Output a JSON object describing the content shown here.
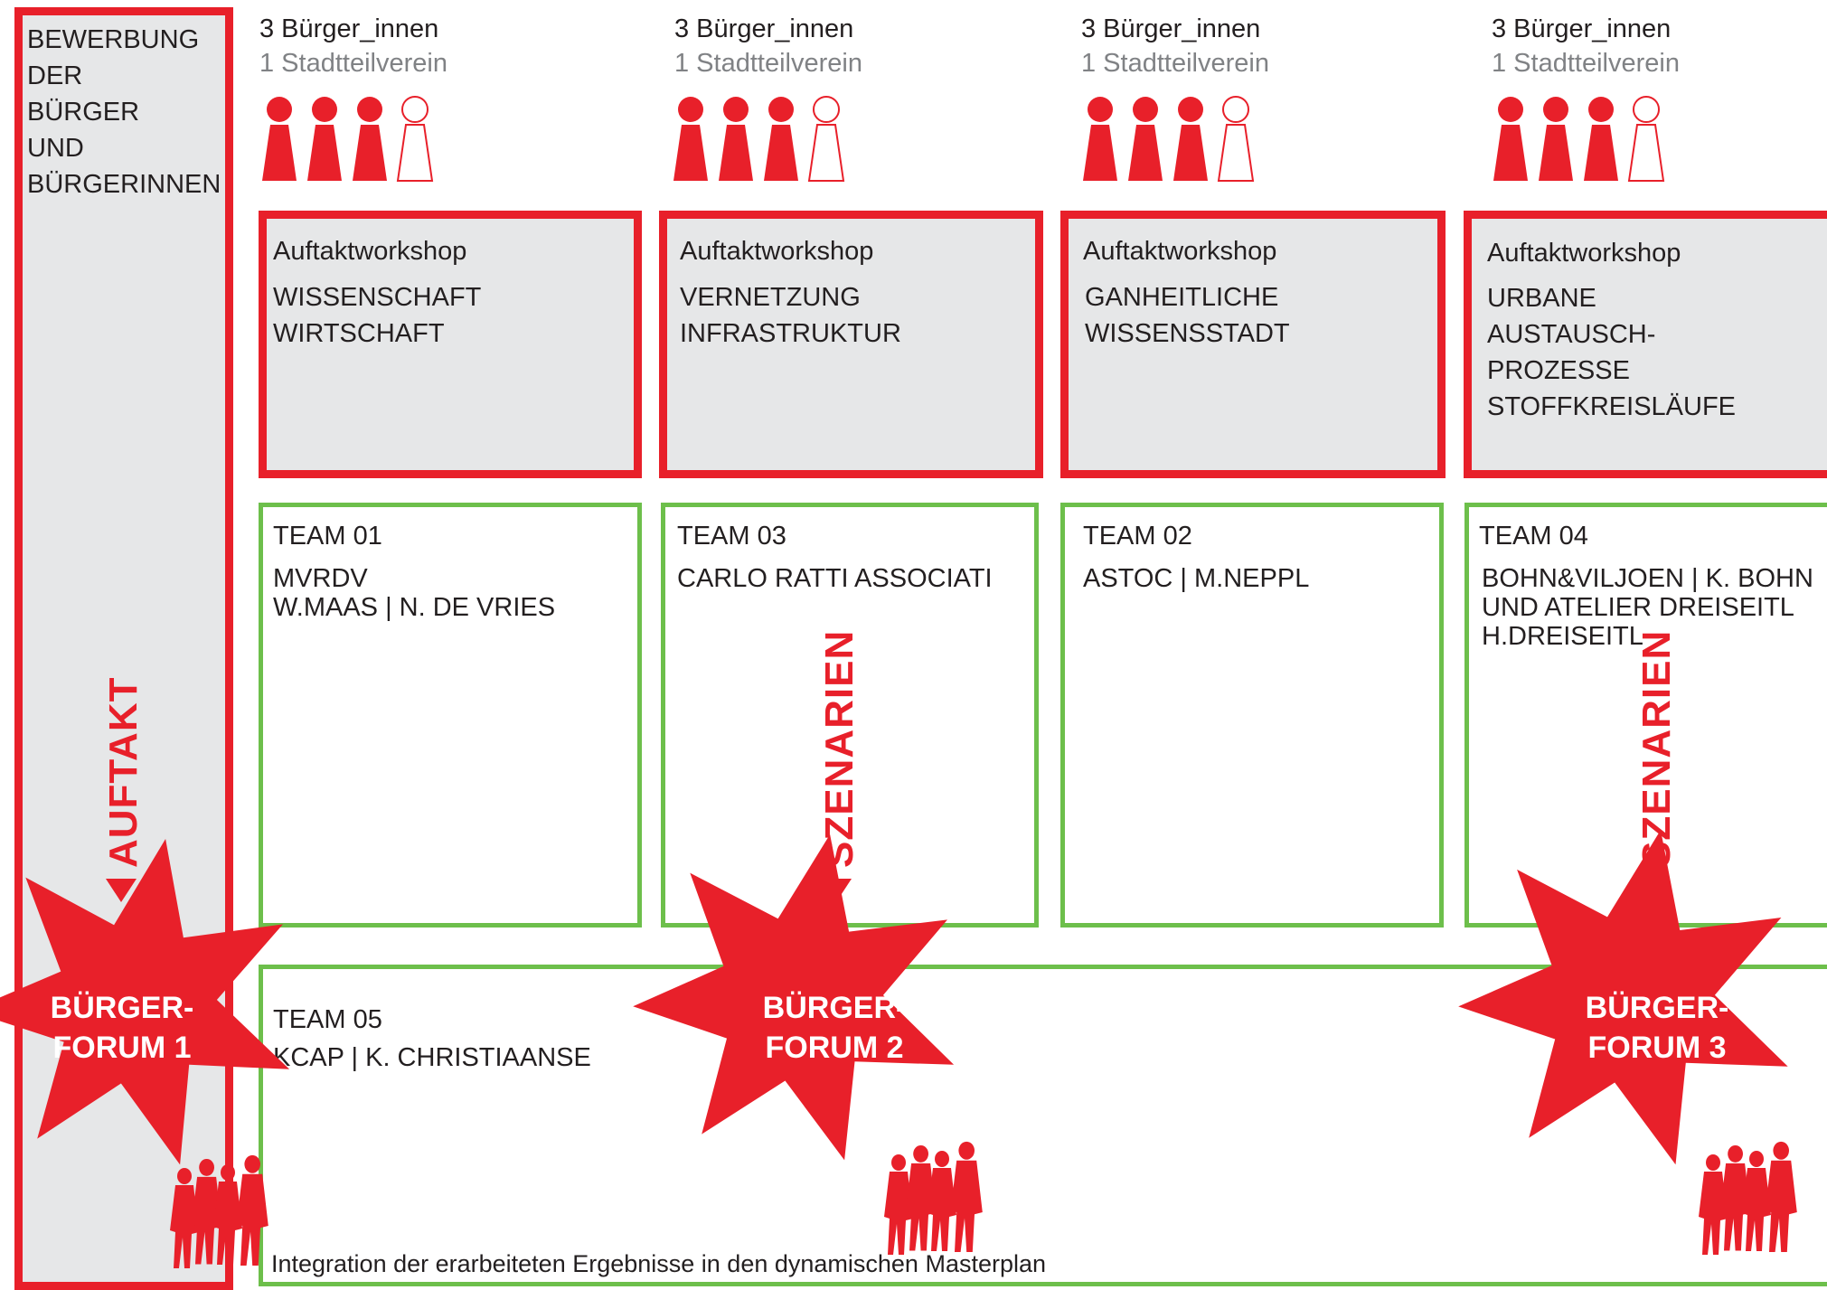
{
  "colors": {
    "accent_red": "#e8202a",
    "accent_green": "#6dbf4b",
    "panel_grey": "#e6e7e8"
  },
  "bewerbung": {
    "title": "BEWERBUNG\nDER\nBÜRGER\nUND\nBÜRGERINNEN"
  },
  "columns": [
    {
      "citizens": "3 Bürger_innen",
      "association": "1 Stadtteilverein",
      "workshop_label": "Auftaktworkshop",
      "workshop_topic": "WISSENSCHAFT\nWIRTSCHAFT",
      "team_label": "TEAM 01",
      "team_members": "MVRDV\nW.MAAS | N. DE VRIES"
    },
    {
      "citizens": "3 Bürger_innen",
      "association": "1 Stadtteilverein",
      "workshop_label": "Auftaktworkshop",
      "workshop_topic": "VERNETZUNG\nINFRASTRUKTUR",
      "team_label": "TEAM 03",
      "team_members": "CARLO RATTI ASSOCIATI"
    },
    {
      "citizens": "3 Bürger_innen",
      "association": "1 Stadtteilverein",
      "workshop_label": "Auftaktworkshop",
      "workshop_topic": "GANHEITLICHE\nWISSENSSTADT",
      "team_label": "TEAM 02",
      "team_members": "ASTOC | M.NEPPL"
    },
    {
      "citizens": "3 Bürger_innen",
      "association": "1 Stadtteilverein",
      "workshop_label": "Auftaktworkshop",
      "workshop_topic": "URBANE\nAUSTAUSCH-\nPROZESSE\nSTOFFKREISLÄUFE",
      "team_label": "TEAM 04",
      "team_members": "BOHN&VILJOEN | K. BOHN\nUND ATELIER DREISEITL\nH.DREISEITL"
    }
  ],
  "team05": {
    "label": "TEAM 05",
    "members": "KCAP | K. CHRISTIAANSE"
  },
  "arrows": {
    "auftakt": "AUFTAKT",
    "szenarien_1": "SZENARIEN",
    "szenarien_2": "SZENARIEN"
  },
  "forums": [
    "BÜRGER-\nFORUM 1",
    "BÜRGER-\nFORUM 2",
    "BÜRGER-\nFORUM 3"
  ],
  "footer": {
    "integration": "Integration der erarbeiteten Ergebnisse in den dynamischen Masterplan"
  },
  "icons": {
    "participants": "person-pawn-icon",
    "crowd": "crowd-icon",
    "star": "star-burst-icon"
  }
}
